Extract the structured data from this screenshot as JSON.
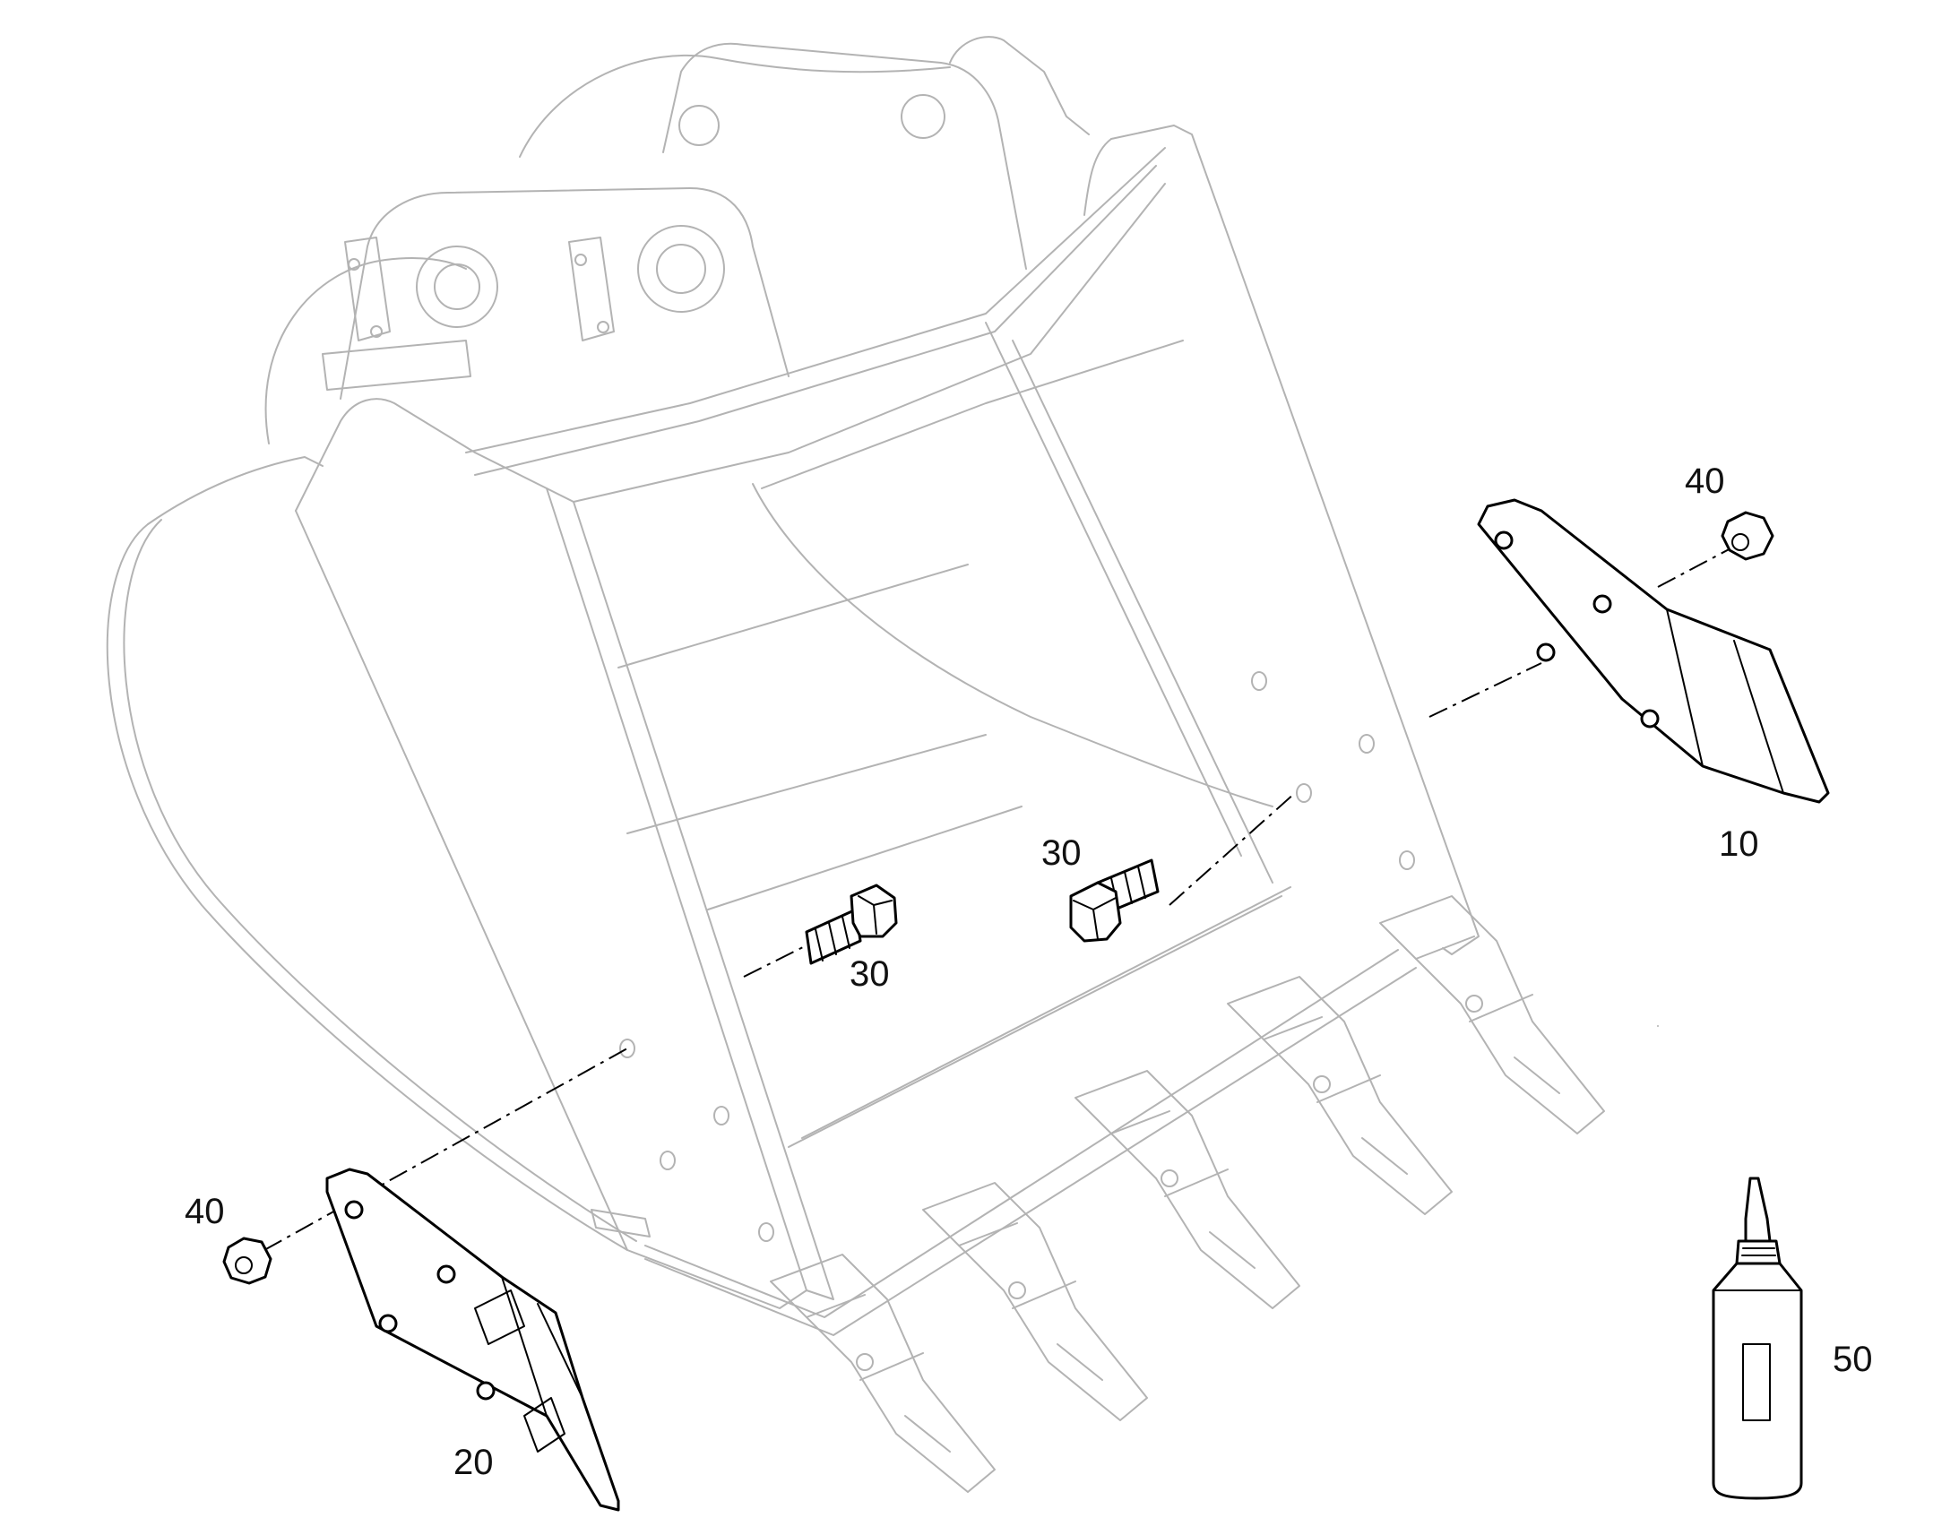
{
  "diagram": {
    "callouts": {
      "p10": "10",
      "p20": "20",
      "p30a": "30",
      "p30b": "30",
      "p40a": "40",
      "p40b": "40",
      "p50": "50"
    },
    "colors": {
      "bucket_outline": "#b3b3b3",
      "part_outline": "#000000",
      "label": "#111111"
    }
  }
}
